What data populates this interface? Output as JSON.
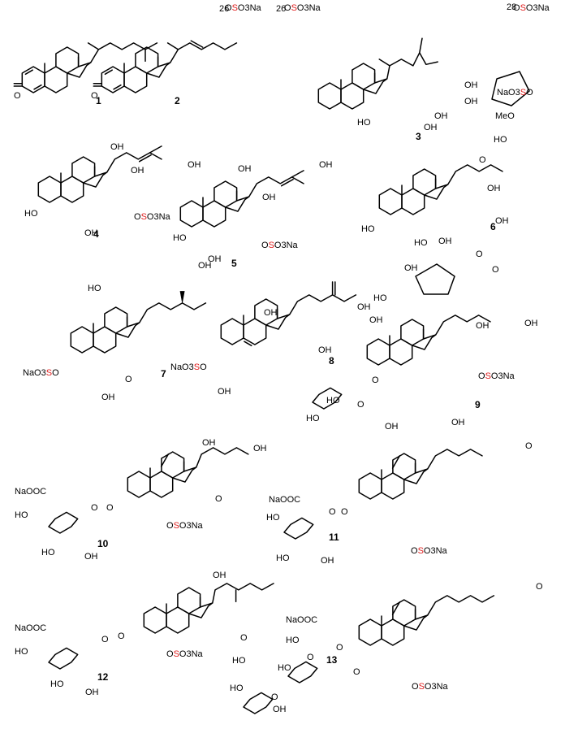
{
  "compounds": [
    {
      "id": "c1",
      "number": "1",
      "labels": [
        {
          "t": "26"
        },
        {
          "t": "O",
          "s": "S",
          "r": "O3Na"
        },
        {
          "t": "O"
        }
      ]
    },
    {
      "id": "c2",
      "number": "2",
      "labels": [
        {
          "t": "26"
        },
        {
          "t": "O",
          "s": "S",
          "r": "O3Na"
        },
        {
          "t": "O"
        }
      ]
    },
    {
      "id": "c3",
      "number": "3",
      "labels": [
        {
          "t": "28"
        },
        {
          "t": "O",
          "s": "S",
          "r": "O3Na"
        },
        {
          "t": "OH"
        },
        {
          "t": "OH"
        },
        {
          "t": "OH"
        },
        {
          "t": "OH"
        },
        {
          "t": "HO"
        }
      ]
    },
    {
      "id": "c4",
      "number": "4",
      "labels": [
        {
          "t": "OH"
        },
        {
          "t": "OH"
        },
        {
          "t": "OH"
        },
        {
          "t": "O",
          "s": "S",
          "r": "O3Na"
        },
        {
          "t": "HO"
        },
        {
          "t": "OH"
        }
      ]
    },
    {
      "id": "c5",
      "number": "5",
      "labels": [
        {
          "t": "OH"
        },
        {
          "t": "OH"
        },
        {
          "t": "OH"
        },
        {
          "t": "O",
          "s": "S",
          "r": "O3Na"
        },
        {
          "t": "HO"
        },
        {
          "t": "OH"
        },
        {
          "t": "OH"
        }
      ]
    },
    {
      "id": "c6",
      "number": "6",
      "labels": [
        {
          "t": "NaO3",
          "s": "S",
          "r": "O"
        },
        {
          "t": "MeO"
        },
        {
          "t": "HO"
        },
        {
          "t": "O"
        },
        {
          "t": "OH"
        },
        {
          "t": "OH"
        },
        {
          "t": "HO"
        },
        {
          "t": "OH"
        }
      ]
    },
    {
      "id": "c7",
      "number": "7",
      "labels": [
        {
          "t": "HO"
        },
        {
          "t": "OH"
        },
        {
          "t": "NaO3",
          "s": "S",
          "r": "O"
        },
        {
          "t": "OH"
        },
        {
          "t": "O"
        }
      ]
    },
    {
      "id": "c8",
      "number": "8",
      "labels": [
        {
          "t": "OH"
        },
        {
          "t": "NaO3",
          "s": "S",
          "r": "O"
        },
        {
          "t": "OH"
        },
        {
          "t": "OH"
        }
      ]
    },
    {
      "id": "c9",
      "number": "9",
      "labels": [
        {
          "t": "HO"
        },
        {
          "t": "OH"
        },
        {
          "t": "HO"
        },
        {
          "t": "OH"
        },
        {
          "t": "O"
        },
        {
          "t": "O"
        },
        {
          "t": "OH"
        },
        {
          "t": "OH"
        },
        {
          "t": "O",
          "s": "S",
          "r": "O3Na"
        },
        {
          "t": "HO"
        },
        {
          "t": "HO"
        },
        {
          "t": "OH"
        },
        {
          "t": "O"
        },
        {
          "t": "O"
        },
        {
          "t": "OH"
        }
      ]
    },
    {
      "id": "c10",
      "number": "10",
      "labels": [
        {
          "t": "OH"
        },
        {
          "t": "OH"
        },
        {
          "t": "O"
        },
        {
          "t": "NaOOC"
        },
        {
          "t": "HO"
        },
        {
          "t": "HO"
        },
        {
          "t": "OH"
        },
        {
          "t": "O"
        },
        {
          "t": "O"
        },
        {
          "t": "O",
          "s": "S",
          "r": "O3Na"
        }
      ]
    },
    {
      "id": "c11",
      "number": "11",
      "labels": [
        {
          "t": "O"
        },
        {
          "t": "NaOOC"
        },
        {
          "t": "HO"
        },
        {
          "t": "HO"
        },
        {
          "t": "OH"
        },
        {
          "t": "O"
        },
        {
          "t": "O"
        },
        {
          "t": "O",
          "s": "S",
          "r": "O3Na"
        }
      ]
    },
    {
      "id": "c12",
      "number": "12",
      "labels": [
        {
          "t": "OH"
        },
        {
          "t": "O"
        },
        {
          "t": "NaOOC"
        },
        {
          "t": "HO"
        },
        {
          "t": "HO"
        },
        {
          "t": "OH"
        },
        {
          "t": "O"
        },
        {
          "t": "O"
        },
        {
          "t": "O",
          "s": "S",
          "r": "O3Na"
        }
      ]
    },
    {
      "id": "c13",
      "number": "13",
      "labels": [
        {
          "t": "O"
        },
        {
          "t": "NaOOC"
        },
        {
          "t": "HO"
        },
        {
          "t": "HO"
        },
        {
          "t": "O"
        },
        {
          "t": "O"
        },
        {
          "t": "O"
        },
        {
          "t": "O",
          "s": "S",
          "r": "O3Na"
        },
        {
          "t": "HO"
        },
        {
          "t": "HO"
        },
        {
          "t": "OH"
        },
        {
          "t": "O"
        }
      ]
    }
  ],
  "colors": {
    "bond": "#000000",
    "sulfur": "#e02020",
    "background": "#ffffff"
  }
}
